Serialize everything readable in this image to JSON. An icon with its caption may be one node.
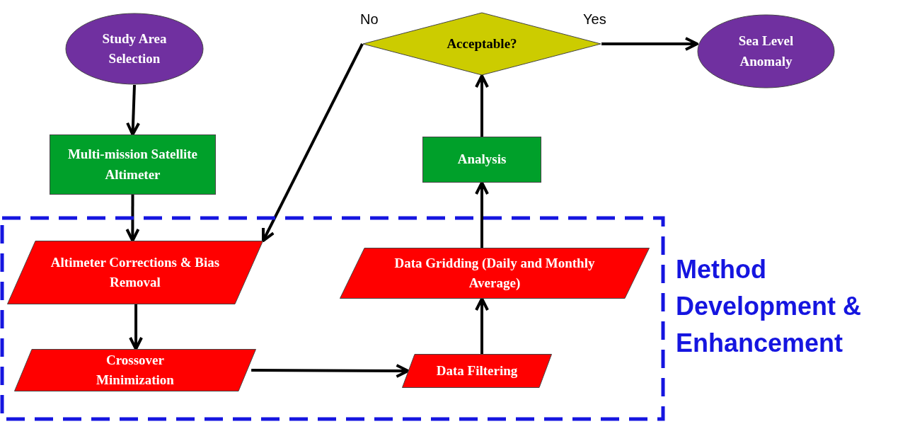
{
  "diagram": {
    "nodes": [
      {
        "text": [
          "Study Area Selection"
        ]
      },
      {
        "text": [
          "Multi-mission Satellite Altimeter"
        ]
      },
      {
        "text": [
          "Method Development & Enhancement"
        ]
      },
      {
        "text": [
          "Altimeter Corrections & Bias Removal"
        ],
        "in": 2
      },
      {
        "text": [
          "Crossover Minimization"
        ],
        "in": 2
      },
      {
        "text": [
          "Data Filtering"
        ],
        "in": 2
      },
      {
        "text": [
          "Data Gridding (Daily and Monthly Average)"
        ],
        "in": 2
      },
      {
        "text": [
          "Analysis"
        ]
      },
      {
        "text": [
          "Acceptable?"
        ]
      },
      {
        "text": [
          "Sea Level Anomaly"
        ]
      }
    ],
    "edges": [
      {
        "from": 0,
        "to": 1,
        "arrow": "to"
      },
      {
        "from": 1,
        "to": 3,
        "arrow": "to"
      },
      {
        "from": 3,
        "to": 4,
        "arrow": "to"
      },
      {
        "from": 4,
        "to": 5,
        "arrow": "to"
      },
      {
        "from": 5,
        "to": 6,
        "arrow": "to"
      },
      {
        "from": 6,
        "to": 7,
        "arrow": "to"
      },
      {
        "from": 7,
        "to": 8,
        "arrow": "to"
      },
      {
        "from": 8,
        "to": 3,
        "arrow": "to",
        "label": "No"
      },
      {
        "from": 8,
        "to": 9,
        "arrow": "to",
        "label": "Yes"
      }
    ]
  }
}
